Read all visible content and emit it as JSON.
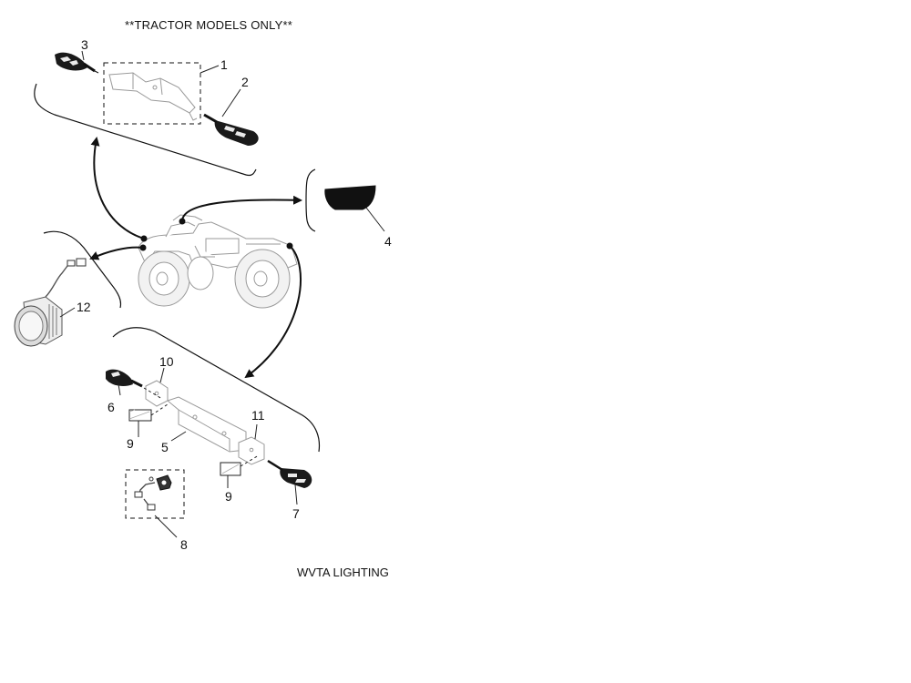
{
  "header": {
    "note": "**TRACTOR MODELS ONLY**"
  },
  "footer": {
    "title": "WVTA LIGHTING"
  },
  "callouts": [
    "1",
    "2",
    "3",
    "4",
    "5",
    "6",
    "7",
    "8",
    "9",
    "9",
    "10",
    "11",
    "12"
  ],
  "colors": {
    "ink": "#111111",
    "ghost_part": "#9a9a9a",
    "lens_black": "#111111"
  }
}
